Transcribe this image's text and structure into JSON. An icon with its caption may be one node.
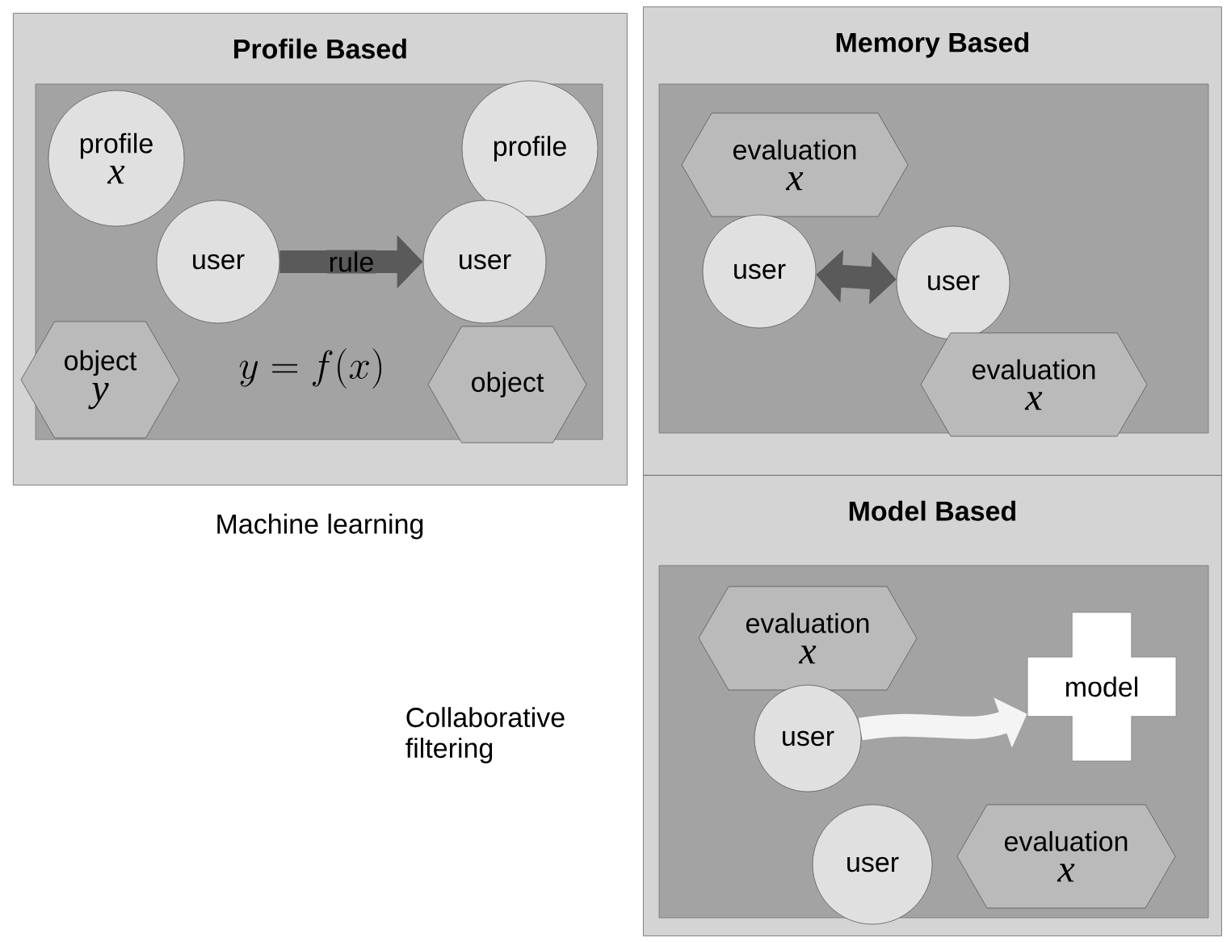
{
  "diagram": {
    "nodes": [
      {
        "text": [
          "Profile Based"
        ]
      },
      {
        "text": [
          "profile",
          "x"
        ],
        "in": 0
      },
      {
        "text": [
          "user"
        ],
        "in": 0
      },
      {
        "text": [
          "object",
          "y"
        ],
        "in": 0
      },
      {
        "text": [
          "profile"
        ],
        "in": 0
      },
      {
        "text": [
          "user"
        ],
        "in": 0
      },
      {
        "text": [
          "object"
        ],
        "in": 0
      },
      {
        "text": [
          "Memory Based"
        ]
      },
      {
        "text": [
          "evaluation",
          "x"
        ],
        "in": 7
      },
      {
        "text": [
          "user"
        ],
        "in": 7
      },
      {
        "text": [
          "user"
        ],
        "in": 7
      },
      {
        "text": [
          "evaluation",
          "x"
        ],
        "in": 7
      },
      {
        "text": [
          "Model Based"
        ]
      },
      {
        "text": [
          "evaluation",
          "x"
        ],
        "in": 12
      },
      {
        "text": [
          "user"
        ],
        "in": 12
      },
      {
        "text": [
          "model"
        ],
        "in": 12
      },
      {
        "text": [
          "user"
        ],
        "in": 12
      },
      {
        "text": [
          "evaluation",
          "x"
        ],
        "in": 12
      }
    ],
    "edges": [
      {
        "from": 2,
        "to": 5,
        "arrow": "to",
        "label": "rule"
      },
      {
        "from": 9,
        "to": 10,
        "arrow": "both"
      },
      {
        "from": 14,
        "to": 15,
        "arrow": "to",
        "color": "#f4f4f4"
      }
    ],
    "labels": [
      "y=f(x)",
      "Machine learning",
      "Collaborative filtering"
    ]
  }
}
